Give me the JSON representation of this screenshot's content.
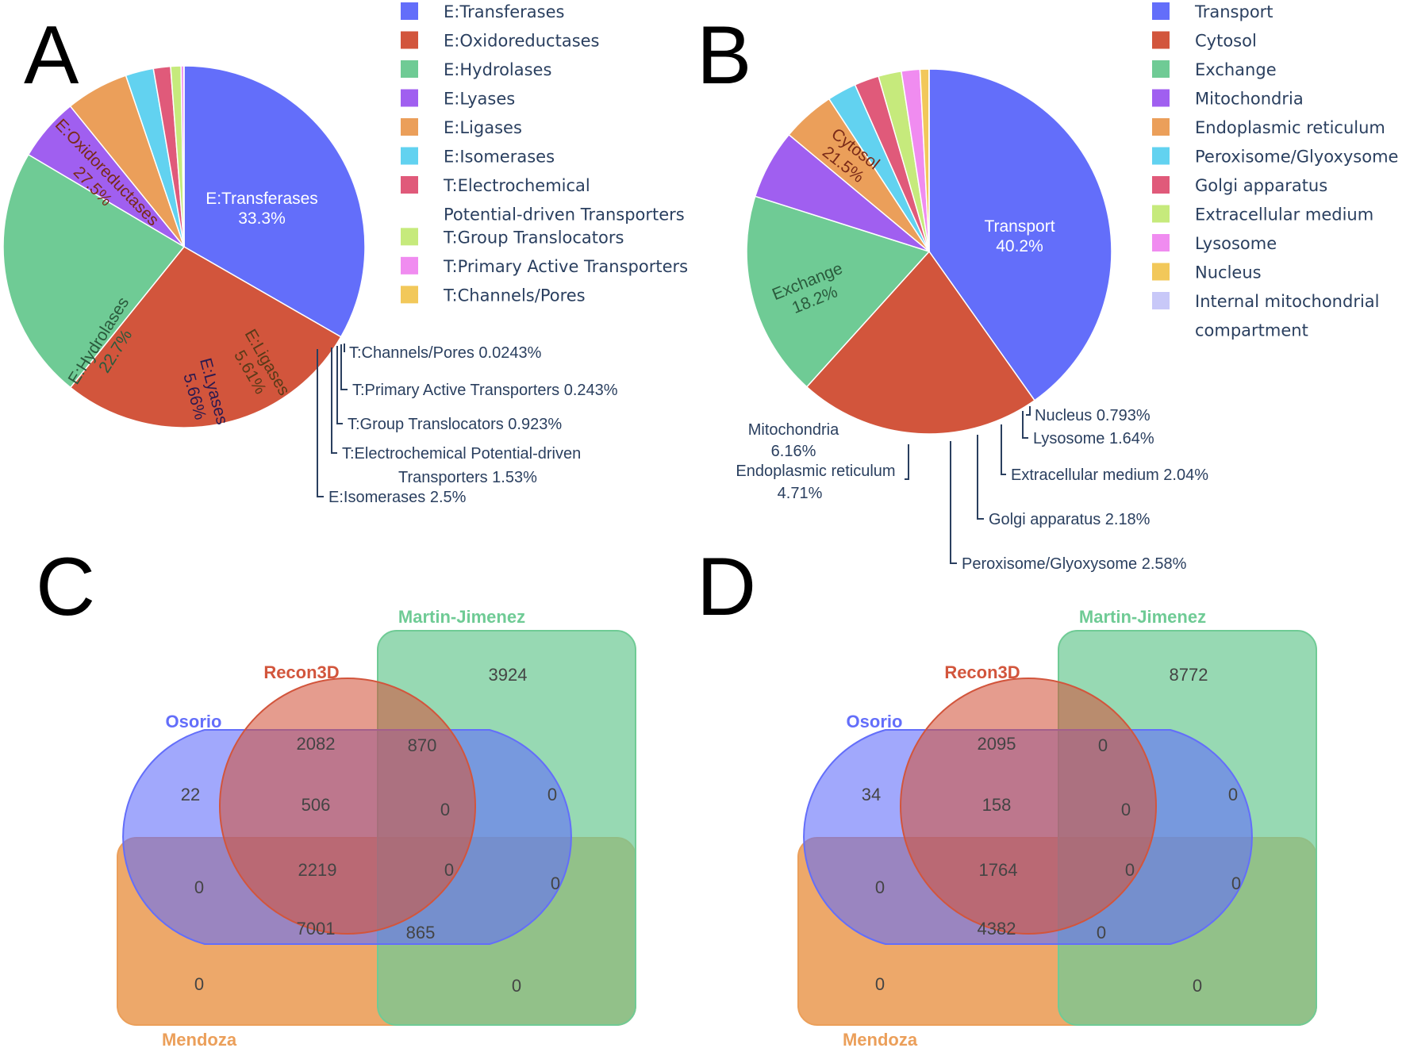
{
  "chart_data": [
    {
      "panel": "A",
      "type": "pie",
      "slices": [
        {
          "label": "E:Transferases",
          "value": 33.3,
          "percent_text": "33.3%",
          "color": "#636efa"
        },
        {
          "label": "E:Oxidoreductases",
          "value": 27.5,
          "percent_text": "27.5%",
          "color": "#d2553c"
        },
        {
          "label": "E:Hydrolases",
          "value": 22.7,
          "percent_text": "22.7%",
          "color": "#6fcb95"
        },
        {
          "label": "E:Lyases",
          "value": 5.66,
          "percent_text": "5.66%",
          "color": "#a05ff0"
        },
        {
          "label": "E:Ligases",
          "value": 5.61,
          "percent_text": "5.61%",
          "color": "#eb9f5a"
        },
        {
          "label": "E:Isomerases",
          "value": 2.5,
          "percent_text": "2.5%",
          "color": "#62d2f0"
        },
        {
          "label": "T:Electrochemical Potential-driven Transporters",
          "value": 1.53,
          "percent_text": "1.53%",
          "color": "#e05a7a"
        },
        {
          "label": "T:Group Translocators",
          "value": 0.923,
          "percent_text": "0.923%",
          "color": "#c6ea7c"
        },
        {
          "label": "T:Primary Active Transporters",
          "value": 0.243,
          "percent_text": "0.243%",
          "color": "#f08cf0"
        },
        {
          "label": "T:Channels/Pores",
          "value": 0.0243,
          "percent_text": "0.0243%",
          "color": "#f2c85a"
        }
      ],
      "legend": [
        "E:Transferases",
        "E:Oxidoreductases",
        "E:Hydrolases",
        "E:Lyases",
        "E:Ligases",
        "E:Isomerases",
        "T:Electrochemical",
        "Potential-driven Transporters",
        "T:Group Translocators",
        "T:Primary Active Transporters",
        "T:Channels/Pores"
      ],
      "outside_labels": [
        "T:Channels/Pores 0.0243%",
        "T:Primary Active Transporters 0.243%",
        "T:Group Translocators 0.923%",
        "T:Electrochemical Potential-driven",
        "Transporters 1.53%",
        "E:Isomerases 2.5%"
      ]
    },
    {
      "panel": "B",
      "type": "pie",
      "slices": [
        {
          "label": "Transport",
          "value": 40.2,
          "percent_text": "40.2%",
          "color": "#636efa"
        },
        {
          "label": "Cytosol",
          "value": 21.5,
          "percent_text": "21.5%",
          "color": "#d2553c"
        },
        {
          "label": "Exchange",
          "value": 18.2,
          "percent_text": "18.2%",
          "color": "#6fcb95"
        },
        {
          "label": "Mitochondria",
          "value": 6.16,
          "percent_text": "6.16%",
          "color": "#a05ff0"
        },
        {
          "label": "Endoplasmic reticulum",
          "value": 4.71,
          "percent_text": "4.71%",
          "color": "#eb9f5a"
        },
        {
          "label": "Peroxisome/Glyoxysome",
          "value": 2.58,
          "percent_text": "2.58%",
          "color": "#62d2f0"
        },
        {
          "label": "Golgi apparatus",
          "value": 2.18,
          "percent_text": "2.18%",
          "color": "#e05a7a"
        },
        {
          "label": "Extracellular medium",
          "value": 2.04,
          "percent_text": "2.04%",
          "color": "#c6ea7c"
        },
        {
          "label": "Lysosome",
          "value": 1.64,
          "percent_text": "1.64%",
          "color": "#f08cf0"
        },
        {
          "label": "Nucleus",
          "value": 0.793,
          "percent_text": "0.793%",
          "color": "#f2c85a"
        },
        {
          "label": "Internal mitochondrial compartment",
          "value": 0.007,
          "percent_text": "",
          "color": "#c8c8f8"
        }
      ],
      "legend": [
        "Transport",
        "Cytosol",
        "Exchange",
        "Mitochondria",
        "Endoplasmic reticulum",
        "Peroxisome/Glyoxysome",
        "Golgi apparatus",
        "Extracellular medium",
        "Lysosome",
        "Nucleus",
        "Internal mitochondrial",
        "compartment"
      ],
      "outside_labels": [
        "Nucleus 0.793%",
        "Lysosome 1.64%",
        "Extracellular medium 2.04%",
        "Golgi apparatus 2.18%",
        "Peroxisome/Glyoxysome 2.58%",
        "Mitochondria",
        "6.16%",
        "Endoplasmic reticulum",
        "4.71%"
      ]
    },
    {
      "panel": "C",
      "type": "venn",
      "sets": [
        {
          "name": "Osorio",
          "color": "#636efa"
        },
        {
          "name": "Recon3D",
          "color": "#d2553c"
        },
        {
          "name": "Martin-Jimenez",
          "color": "#6fcb95"
        },
        {
          "name": "Mendoza",
          "color": "#eb9f5a"
        }
      ],
      "counts": {
        "osorio_only": "22",
        "recon3d_only": "2082",
        "martin_only": "3924",
        "recon_martin": "870",
        "osorio_recon": "506",
        "center_top": "0",
        "osorio_martin": "0",
        "osorio_mendoza": "0",
        "center": "2219",
        "center_right": "0",
        "right_mendoza": "0",
        "recon_mendoza": "7001",
        "recon_martin_mendoza": "865",
        "mendoza_only": "0",
        "martin_mendoza": "0"
      }
    },
    {
      "panel": "D",
      "type": "venn",
      "sets": [
        {
          "name": "Osorio",
          "color": "#636efa"
        },
        {
          "name": "Recon3D",
          "color": "#d2553c"
        },
        {
          "name": "Martin-Jimenez",
          "color": "#6fcb95"
        },
        {
          "name": "Mendoza",
          "color": "#eb9f5a"
        }
      ],
      "counts": {
        "osorio_only": "34",
        "recon3d_only": "2095",
        "martin_only": "8772",
        "recon_martin": "0",
        "osorio_recon": "158",
        "center_top": "0",
        "osorio_martin": "0",
        "osorio_mendoza": "0",
        "center": "1764",
        "center_right": "0",
        "right_mendoza": "0",
        "recon_mendoza": "4382",
        "recon_martin_mendoza": "0",
        "mendoza_only": "0",
        "martin_mendoza": "0"
      }
    }
  ],
  "panel_letters": [
    "A",
    "B",
    "C",
    "D"
  ]
}
